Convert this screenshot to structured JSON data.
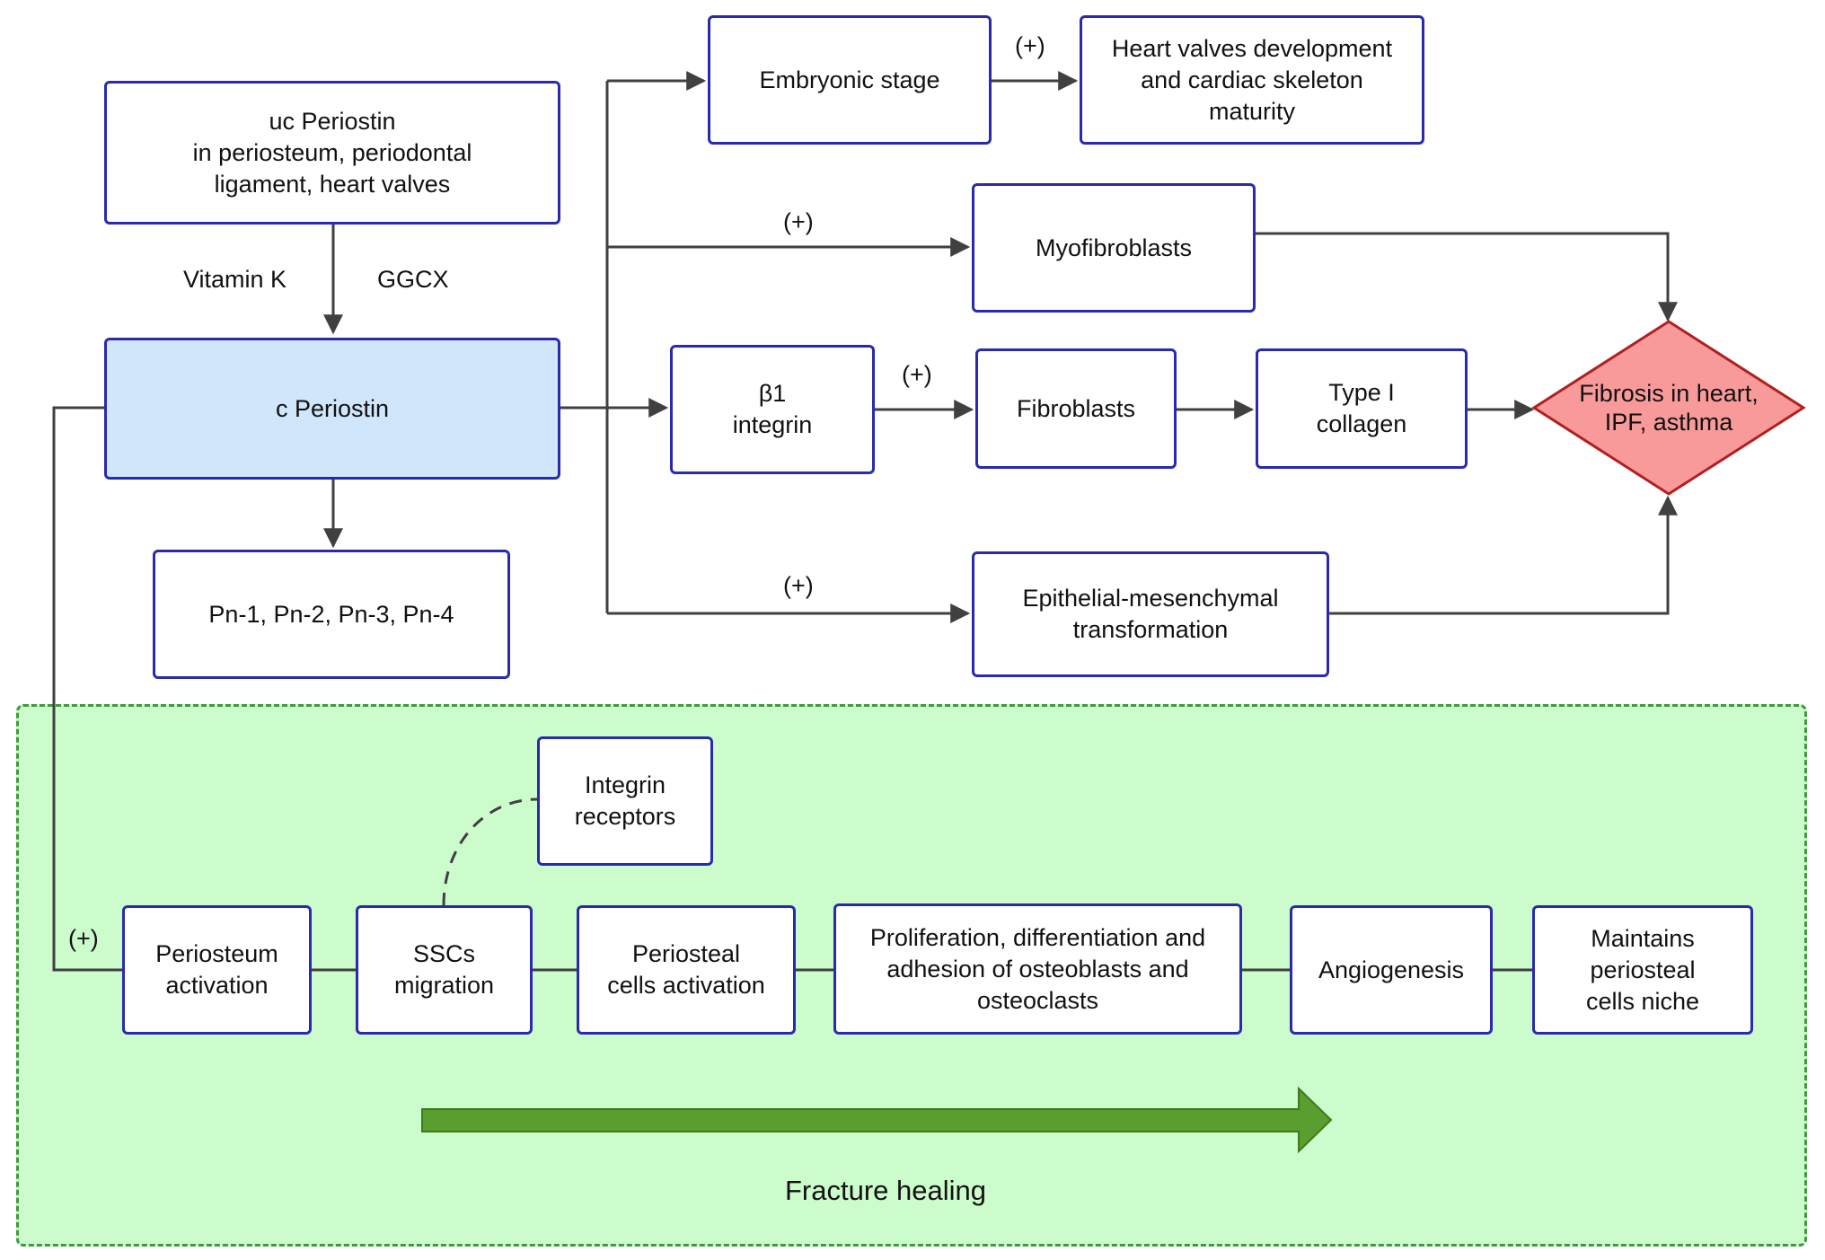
{
  "boxes": {
    "uc_periostin": "uc Periostin\nin periosteum, periodontal\nligament, heart valves",
    "c_periostin": "c Periostin",
    "pn_isoforms": "Pn-1, Pn-2, Pn-3, Pn-4",
    "embryonic_stage": "Embryonic stage",
    "heart_valves": "Heart valves development\nand cardiac skeleton\nmaturity",
    "myofibroblasts": "Myofibroblasts",
    "beta1_integrin": "β1\nintegrin",
    "fibroblasts": "Fibroblasts",
    "type1_collagen": "Type I\ncollagen",
    "emt": "Epithelial-mesenchymal\ntransformation",
    "fibrosis": "Fibrosis in heart,\nIPF, asthma",
    "integrin_receptors": "Integrin\nreceptors",
    "periosteum_activation": "Periosteum\nactivation",
    "sscs_migration": "SSCs\nmigration",
    "periosteal_cells_activation": "Periosteal\ncells activation",
    "proliferation": "Proliferation, differentiation and\nadhesion of osteoblasts and\nosteoclasts",
    "angiogenesis": "Angiogenesis",
    "maintains_niche": "Maintains\nperiosteal\ncells niche"
  },
  "labels": {
    "vitamin_k": "Vitamin K",
    "ggcx": "GGCX",
    "plus": "(+)",
    "fracture_healing": "Fracture healing"
  },
  "colors": {
    "box_border": "#2a2ab0",
    "source_fill": "#cfe6fb",
    "fibrosis_fill": "#f99a9a",
    "fibrosis_border": "#b02020",
    "region_fill": "#ccfccc",
    "region_border": "#3f9a3f",
    "big_arrow_fill": "#5a9e2f",
    "connector": "#404040"
  }
}
